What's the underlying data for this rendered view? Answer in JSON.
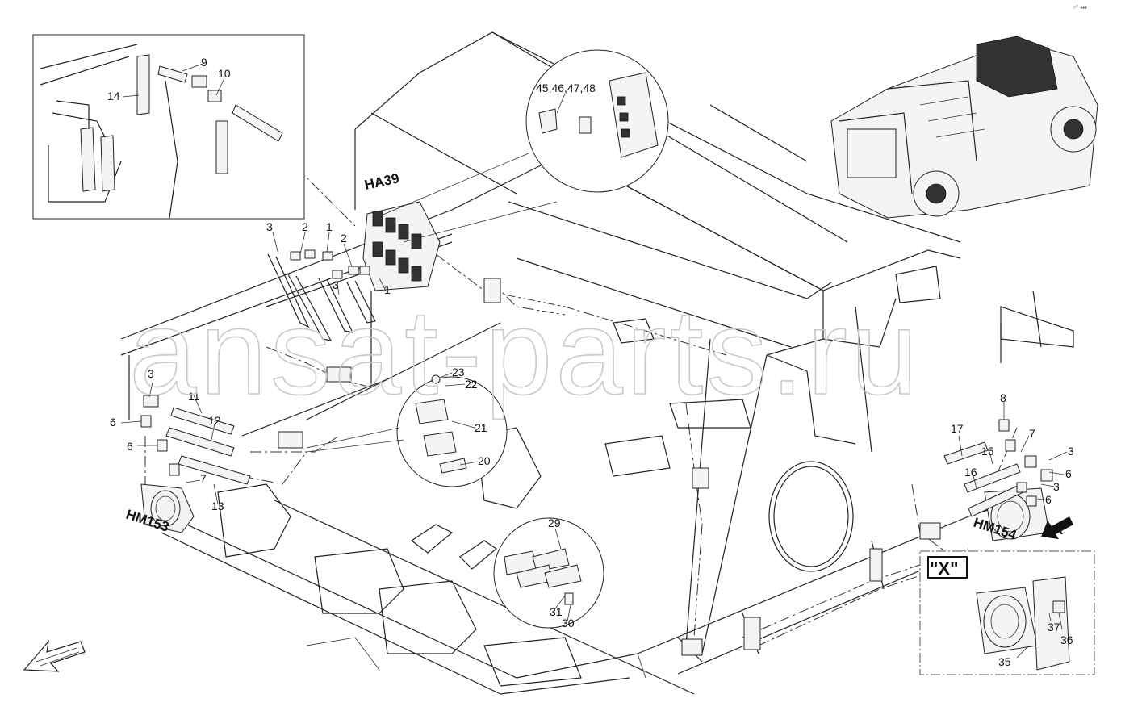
{
  "header": {
    "page_marker": "▫° ▪▪▪"
  },
  "watermark": {
    "text": "ansat-parts.ru"
  },
  "components": {
    "valve_block": "HA39",
    "motor_left": "HM153",
    "motor_right": "HM154",
    "view_marker": "X",
    "detail_view_label": "\"X\""
  },
  "callouts": {
    "c1a": "1",
    "c1b": "1",
    "c2a": "2",
    "c2b": "2",
    "c3a": "3",
    "c3b": "3",
    "c3c": "3",
    "c3d": "3",
    "c3e": "3",
    "c6a": "6",
    "c6b": "6",
    "c6c": "6",
    "c6d": "6",
    "c7a": "7",
    "c7b": "7",
    "c8": "8",
    "c9": "9",
    "c10": "10",
    "c11": "11",
    "c12": "12",
    "c13": "13",
    "c14": "14",
    "c15": "15",
    "c16": "16",
    "c17": "17",
    "c20": "20",
    "c21": "21",
    "c22": "22",
    "c23": "23",
    "c29": "29",
    "c30": "30",
    "c31": "31",
    "c35": "35",
    "c36": "36",
    "c37": "37",
    "c45": "45,46,47,48"
  },
  "colors": {
    "line": "#222222",
    "watermark": "#c9c9c9",
    "arrow_fill": "#111111"
  }
}
